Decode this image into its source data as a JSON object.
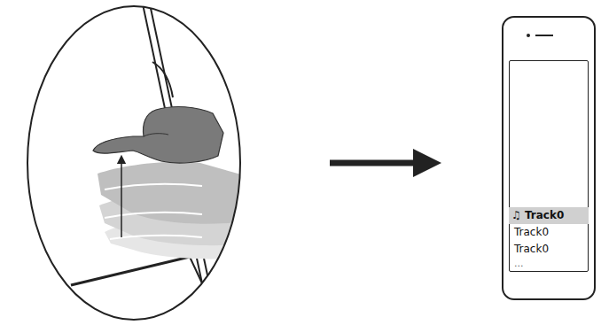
{
  "diagram": {
    "nodes": [
      {
        "text": [
          "♫ Track0",
          "Track0",
          "Track0",
          "..."
        ]
      }
    ]
  }
}
